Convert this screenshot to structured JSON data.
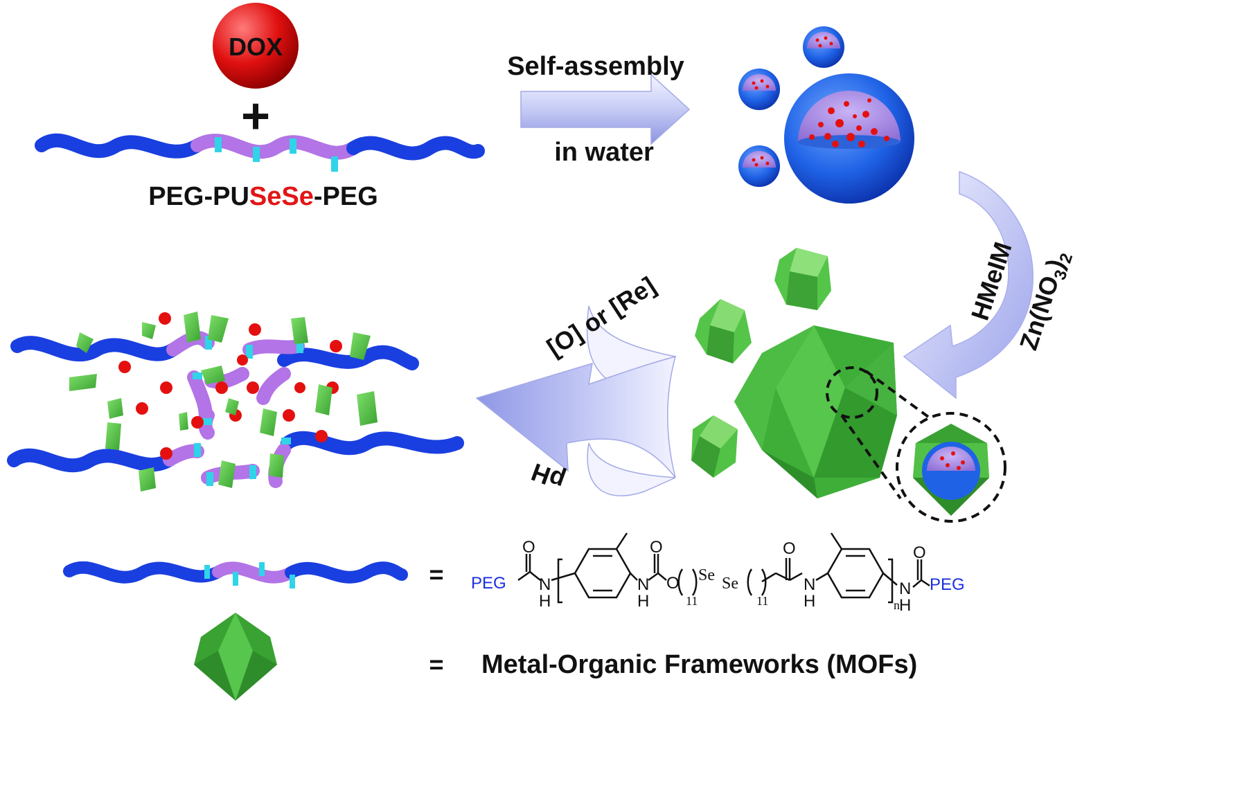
{
  "dox_label": "DOX",
  "plus_sign": "+",
  "polymer_name": {
    "part1": "PEG-PU",
    "part2": "SeSe",
    "part3": "-PEG"
  },
  "step_self_assembly": {
    "top": "Self-assembly",
    "bottom": "in water"
  },
  "step_mof": {
    "reagent1": "HMeIM",
    "reagent2_base": "Zn(NO",
    "reagent2_sub": "3",
    "reagent2_close": ")",
    "reagent2_sub2": "2"
  },
  "step_release": {
    "stimulus1": "[O] or [Re]",
    "stimulus2": "pH"
  },
  "legend": {
    "equals1": "=",
    "equals2": "=",
    "mof_text": "Metal-Organic Frameworks (MOFs)"
  },
  "structure": {
    "peg_left": "PEG",
    "peg_right": "PEG",
    "O": "O",
    "N": "N",
    "H": "H",
    "Se1": "Se",
    "Se2": "Se",
    "sub11": "11",
    "sub_n": "n"
  },
  "colors": {
    "peg_blue": "#1a3fe0",
    "pu_violet": "#b274e6",
    "link_cyan": "#2fd4e8",
    "dox_red": "#e41010",
    "mof_green": "#3fa83a",
    "arrow_lavender": "#aab0ee",
    "peg_text_blue": "#1a2fe0",
    "sese_red": "#e21515"
  }
}
